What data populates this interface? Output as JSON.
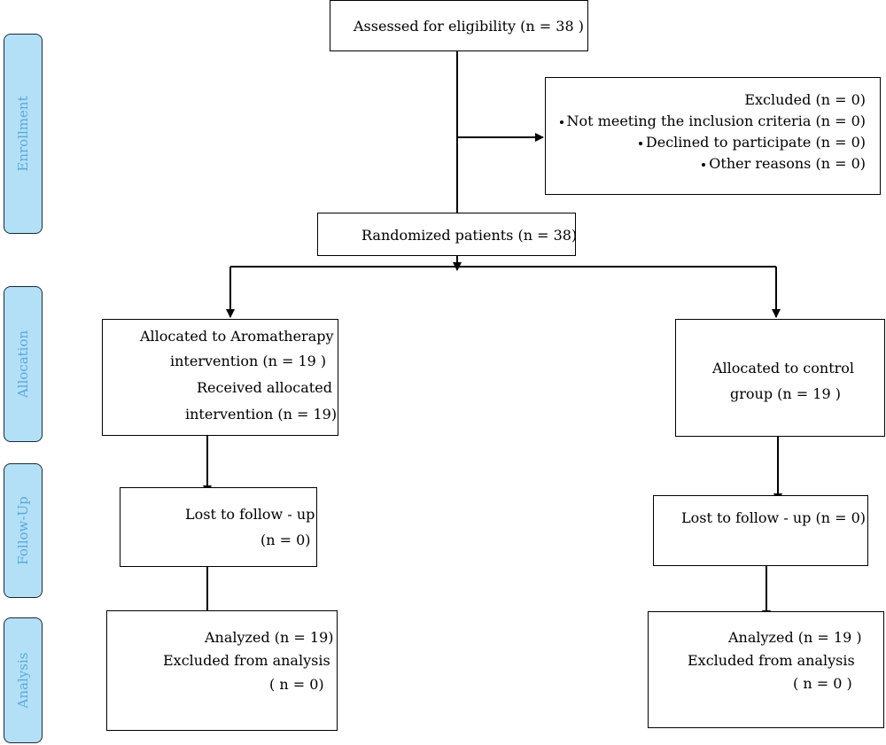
{
  "stages": {
    "enrollment": "Enrollment",
    "allocation": "Allocation",
    "follow_up": "Follow-Up",
    "analysis": "Analysis"
  },
  "assessed": {
    "text": "Assessed for eligibility (n = 38 )"
  },
  "excluded": {
    "title": "Excluded (n = 0)",
    "items": [
      "Not meeting the inclusion criteria (n = 0)",
      "Declined to participate (n = 0)",
      "Other reasons (n = 0)"
    ]
  },
  "randomized": {
    "text": "Randomized patients  (n = 38)"
  },
  "alloc_aroma": {
    "lines": [
      "Allocated to Aromatherapy",
      "intervention (n = 19  )",
      "Received allocated",
      "intervention (n = 19)"
    ]
  },
  "alloc_control": {
    "lines": [
      "Allocated to control",
      "group (n = 19 )"
    ]
  },
  "follow_aroma": {
    "lines": [
      "Lost to follow - up",
      "(n = 0)"
    ]
  },
  "follow_control": {
    "lines": [
      "Lost to follow - up (n = 0)"
    ]
  },
  "analysis_aroma": {
    "lines": [
      "Analyzed (n = 19)",
      "Excluded from analysis",
      "( n =  0)"
    ]
  },
  "analysis_control": {
    "lines": [
      "Analyzed (n = 19 )",
      "Excluded from analysis",
      "( n = 0 )"
    ]
  }
}
